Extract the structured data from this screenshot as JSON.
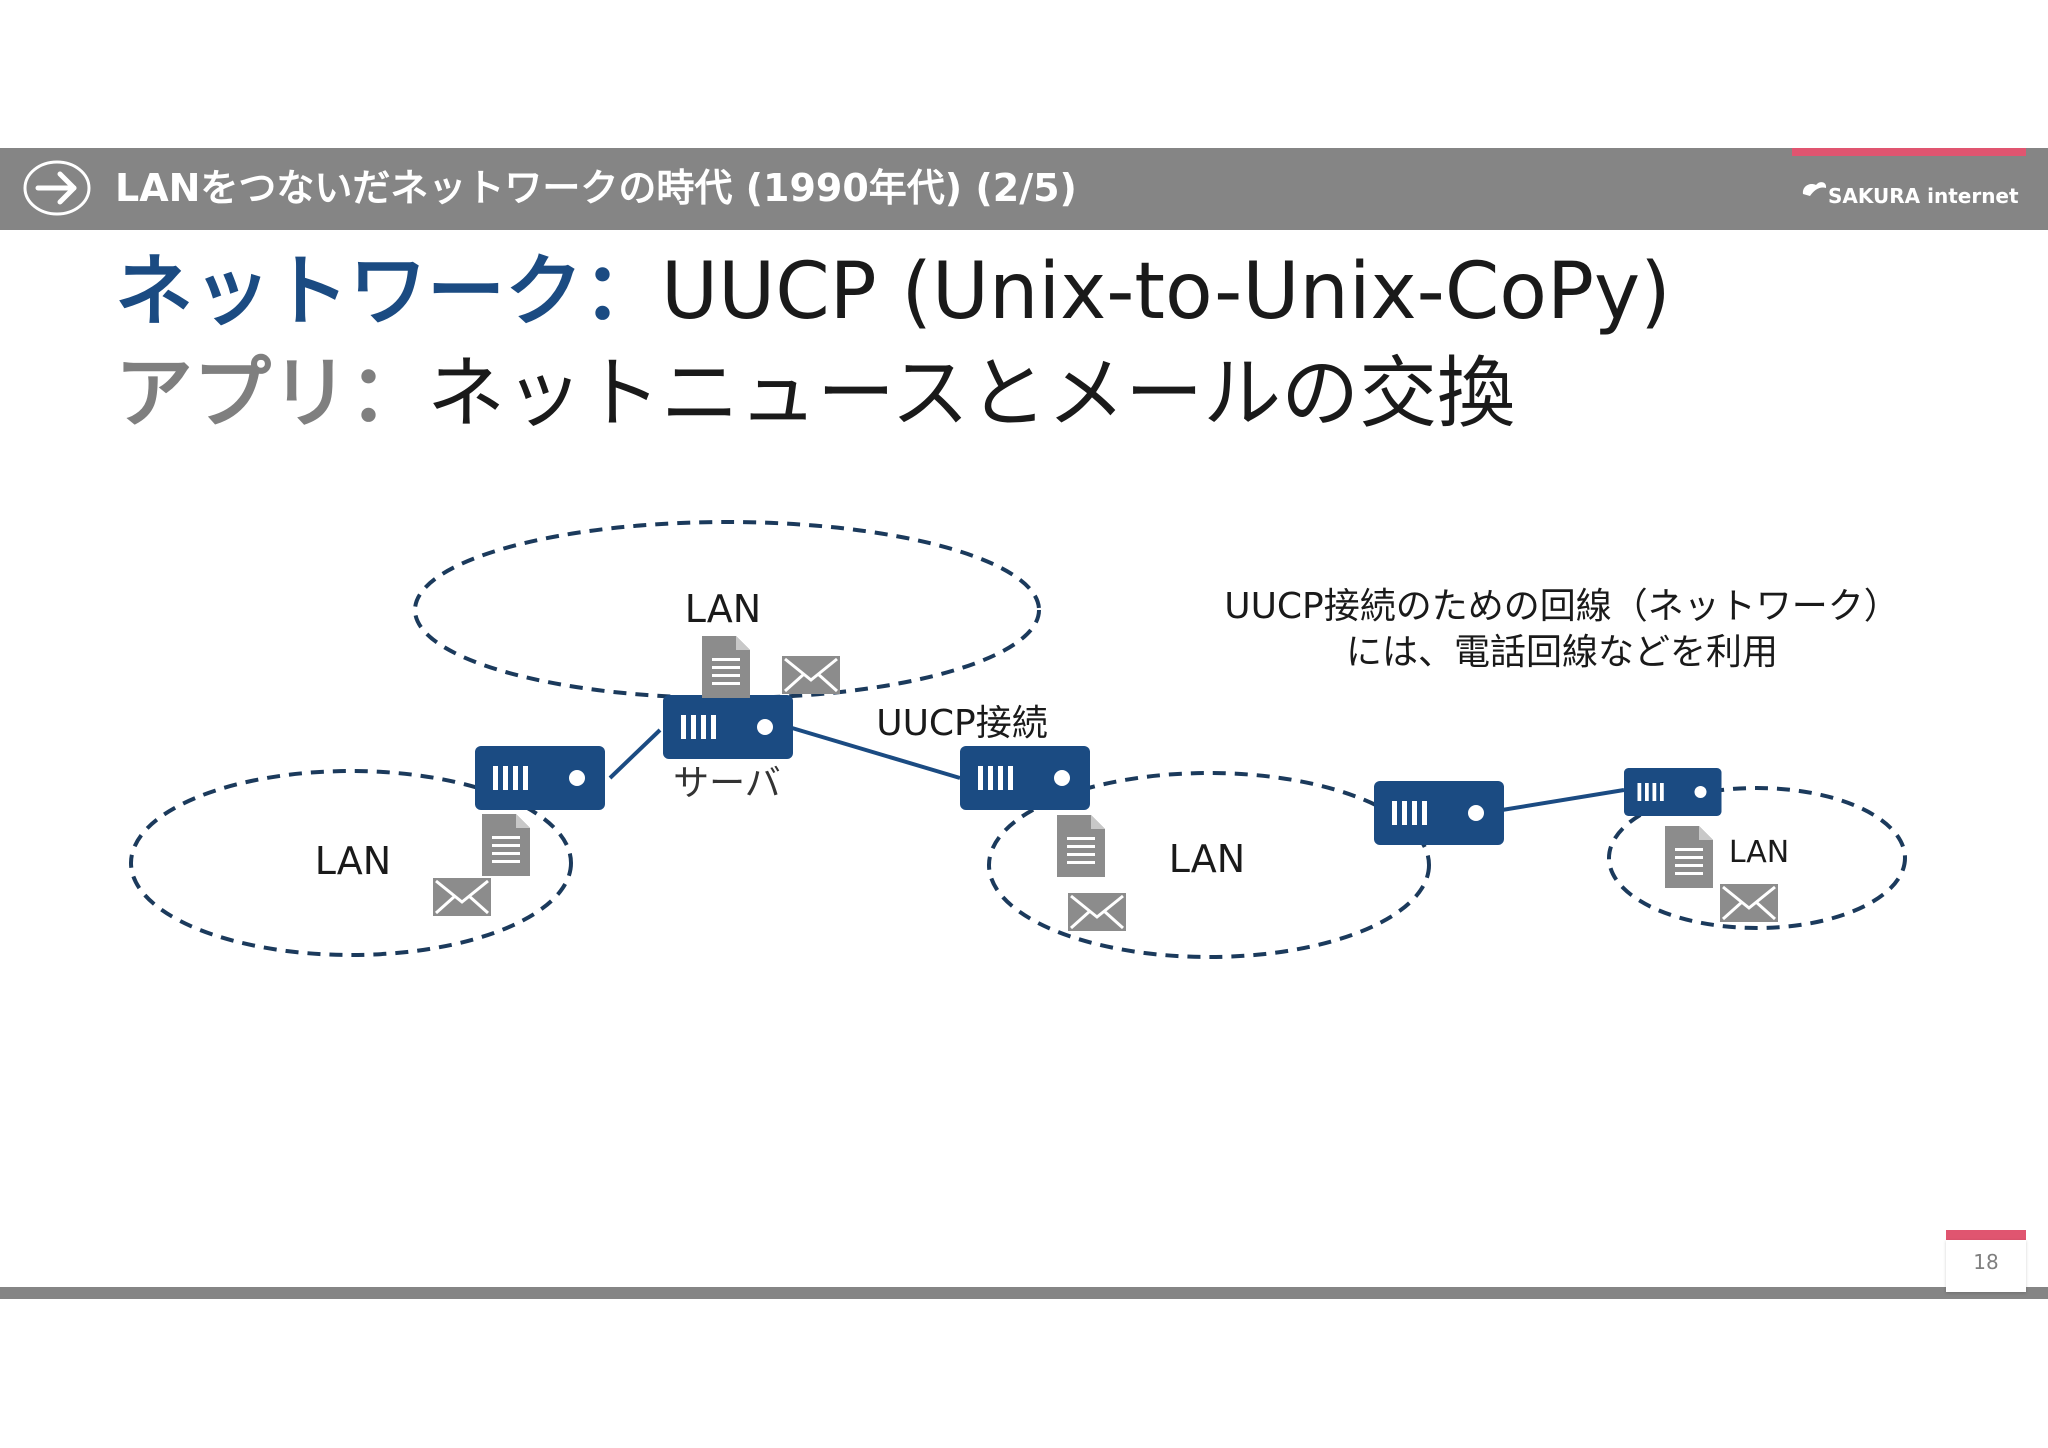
{
  "header": {
    "title": "LANをつないだネットワークの時代 (1990年代) (2/5)",
    "logo_text": "SAKURA internet",
    "icons": [
      "arrow-right-icon",
      "sakura-logo-icon"
    ]
  },
  "headings": {
    "network_label": "ネットワーク：",
    "network_value": "UUCP (Unix-to-Unix-CoPy)",
    "app_label": "アプリ：",
    "app_value": "ネットニュースとメールの交換"
  },
  "diagram": {
    "lan_label": "LAN",
    "server_label": "サーバ",
    "connection_label": "UUCP接続",
    "note_line1": "UUCP接続のための回線（ネットワーク）",
    "note_line2": "には、電話回線などを利用"
  },
  "footer": {
    "page_number": "18"
  },
  "colors": {
    "header_bar": "#858585",
    "accent_pink": "#e05570",
    "network_blue": "#1b4b82",
    "app_gray": "#7f7f7f",
    "dashed_line": "#1b3a5c"
  }
}
